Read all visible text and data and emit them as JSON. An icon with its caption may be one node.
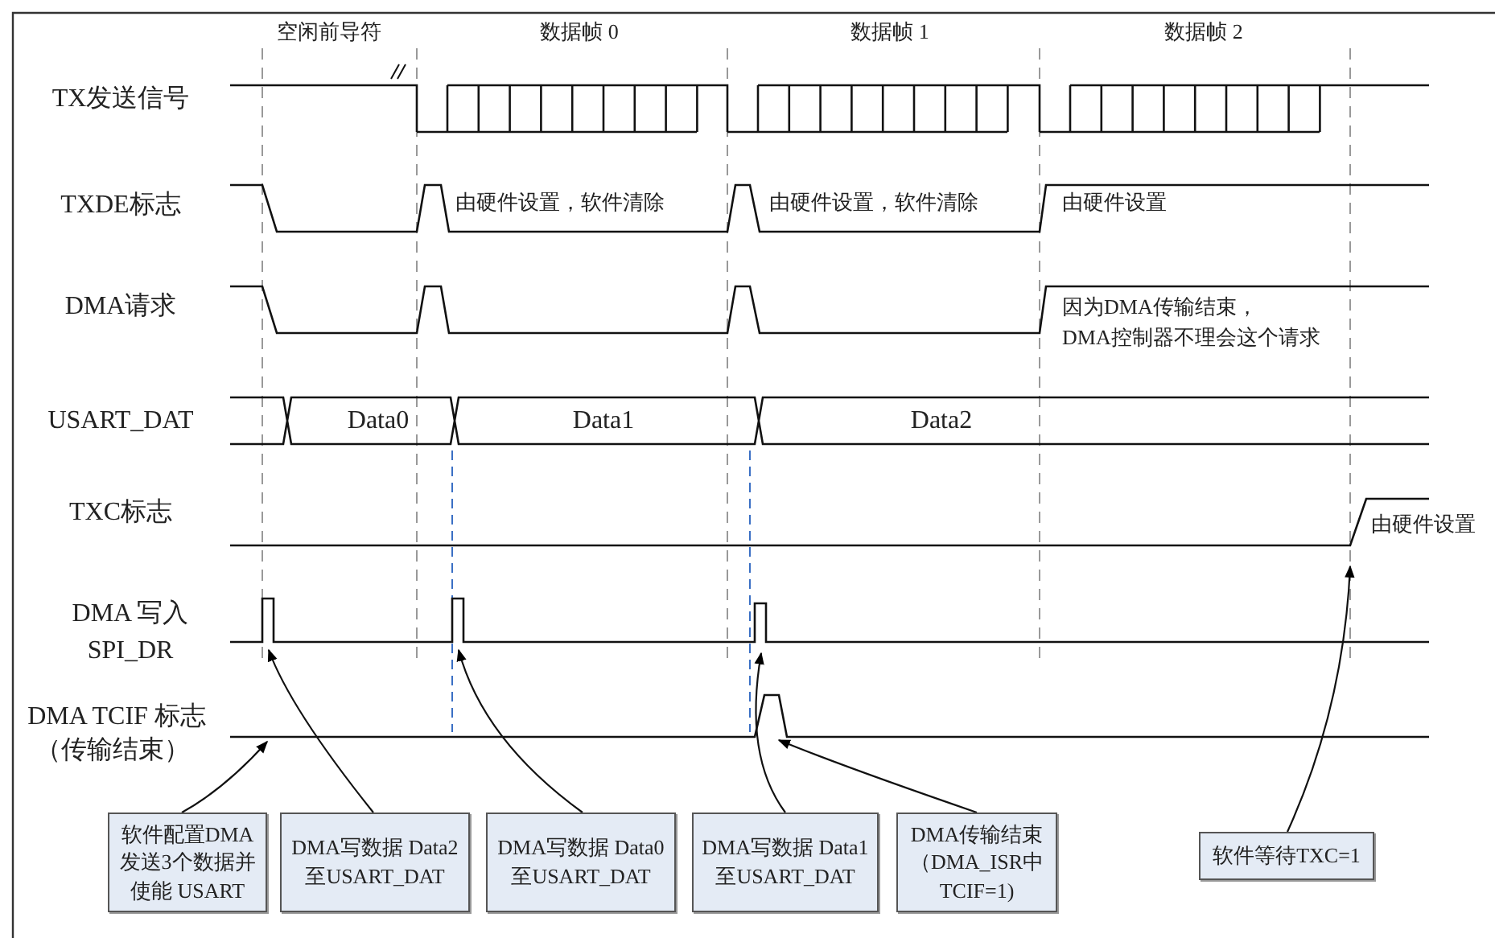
{
  "diagram": {
    "nodes": [
      {
        "text": [],
        "shape": "line"
      },
      {
        "text": [],
        "shape": "line"
      },
      {
        "text": [],
        "shape": "line"
      },
      {
        "text": [
          "软件配置DMA发送3个数据并使能 USART"
        ]
      },
      {
        "text": [
          "DMA写数据 Data2至USART_DAT"
        ]
      },
      {
        "text": [
          "DMA写数据 Data0至USART_DAT"
        ]
      },
      {
        "text": [
          "DMA写数据 Data1至USART_DAT"
        ]
      },
      {
        "text": [
          "DMA传输结束（DMA_ISR中TCIF=1)"
        ]
      },
      {
        "text": [
          "软件等待TXC=1"
        ]
      }
    ],
    "edges": [
      {
        "from": 3,
        "to": 2,
        "arrow": "to"
      },
      {
        "from": 4,
        "to": 1,
        "arrow": "to"
      },
      {
        "from": 5,
        "to": 1,
        "arrow": "to"
      },
      {
        "from": 6,
        "to": 1,
        "arrow": "to"
      },
      {
        "from": 7,
        "to": 2,
        "arrow": "to"
      },
      {
        "from": 8,
        "to": 0,
        "arrow": "to"
      }
    ],
    "labels": [
      "空闲前导符",
      "数据帧 0",
      "数据帧 1",
      "数据帧 2",
      "TX发送信号",
      "TXDE标志",
      "由硬件设置，软件清除",
      "由硬件设置，软件清除",
      "由硬件设置",
      "DMA请求",
      "因为DMA传输结束，DMA控制器不理会这个请求",
      "USART_DAT",
      "Data0",
      "Data1",
      "Data2",
      "TXC标志",
      "由硬件设置",
      "DMA 写入 SPI_DR",
      "DMA TCIF 标志",
      "（传输结束）"
    ]
  }
}
